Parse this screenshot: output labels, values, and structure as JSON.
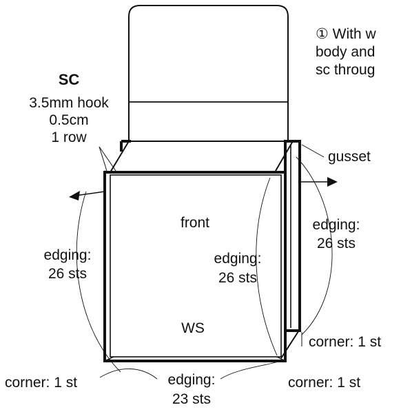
{
  "note": {
    "lines": [
      "① With w",
      "body and",
      "sc throug"
    ]
  },
  "stitch_info": {
    "title": "SC",
    "lines": [
      "3.5mm hook",
      "0.5cm",
      "1 row"
    ]
  },
  "labels": {
    "gusset": "gusset",
    "front": "front",
    "ws": "WS",
    "edging_left": [
      "edging:",
      "26 sts"
    ],
    "edging_center": [
      "edging:",
      "26 sts"
    ],
    "edging_right": [
      "edging:",
      "26 sts"
    ],
    "edging_bottom": [
      "edging:",
      "23 sts"
    ],
    "corner_left": "corner: 1 st",
    "corner_center": "corner: 1 st",
    "corner_right": "corner: 1 st"
  },
  "colors": {
    "ink": "#111111",
    "background": "#ffffff"
  }
}
